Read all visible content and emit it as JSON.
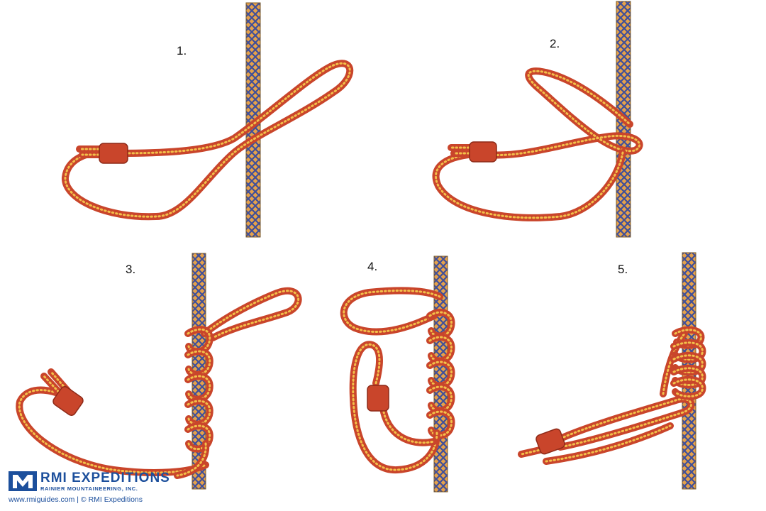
{
  "steps": [
    {
      "label": "1."
    },
    {
      "label": "2."
    },
    {
      "label": "3."
    },
    {
      "label": "4."
    },
    {
      "label": "5."
    }
  ],
  "logo": {
    "name": "RMI EXPEDITIONS",
    "tagline": "RAINIER MOUNTAINEERING, INC."
  },
  "credit": "www.rmiguides.com | © RMI Expeditions",
  "colors": {
    "accessory_cord": "#c9452b",
    "accessory_cord_dots": "#f2c04a",
    "main_rope": "#e6a24a",
    "main_rope_pattern": "#3f4f9a",
    "brand_blue": "#1c4f9c"
  }
}
